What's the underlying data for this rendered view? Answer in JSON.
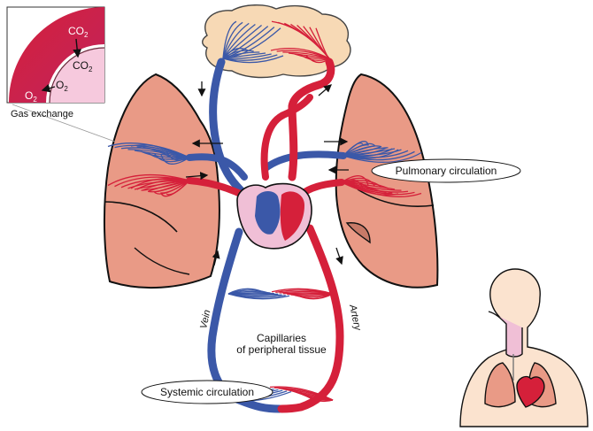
{
  "inset": {
    "co2_outer": "CO",
    "co2_inner": "CO",
    "o2_inner": "O",
    "o2_outer": "O",
    "subscript": "2",
    "caption": "Gas exchange"
  },
  "labels": {
    "pulmonary": "Pulmonary circulation",
    "systemic": "Systemic circulation",
    "capillaries_line1": "Capillaries",
    "capillaries_line2": "of peripheral tissue",
    "vein": "Vein",
    "artery": "Artery"
  },
  "colors": {
    "venous_blue": "#3b58a8",
    "arterial_red": "#d5203a",
    "lung_pink": "#e99a86",
    "lung_dark": "#c77a68",
    "brain": "#f7d9b5",
    "heart_bg": "#f0bfd6",
    "skin": "#fbe3cf"
  }
}
